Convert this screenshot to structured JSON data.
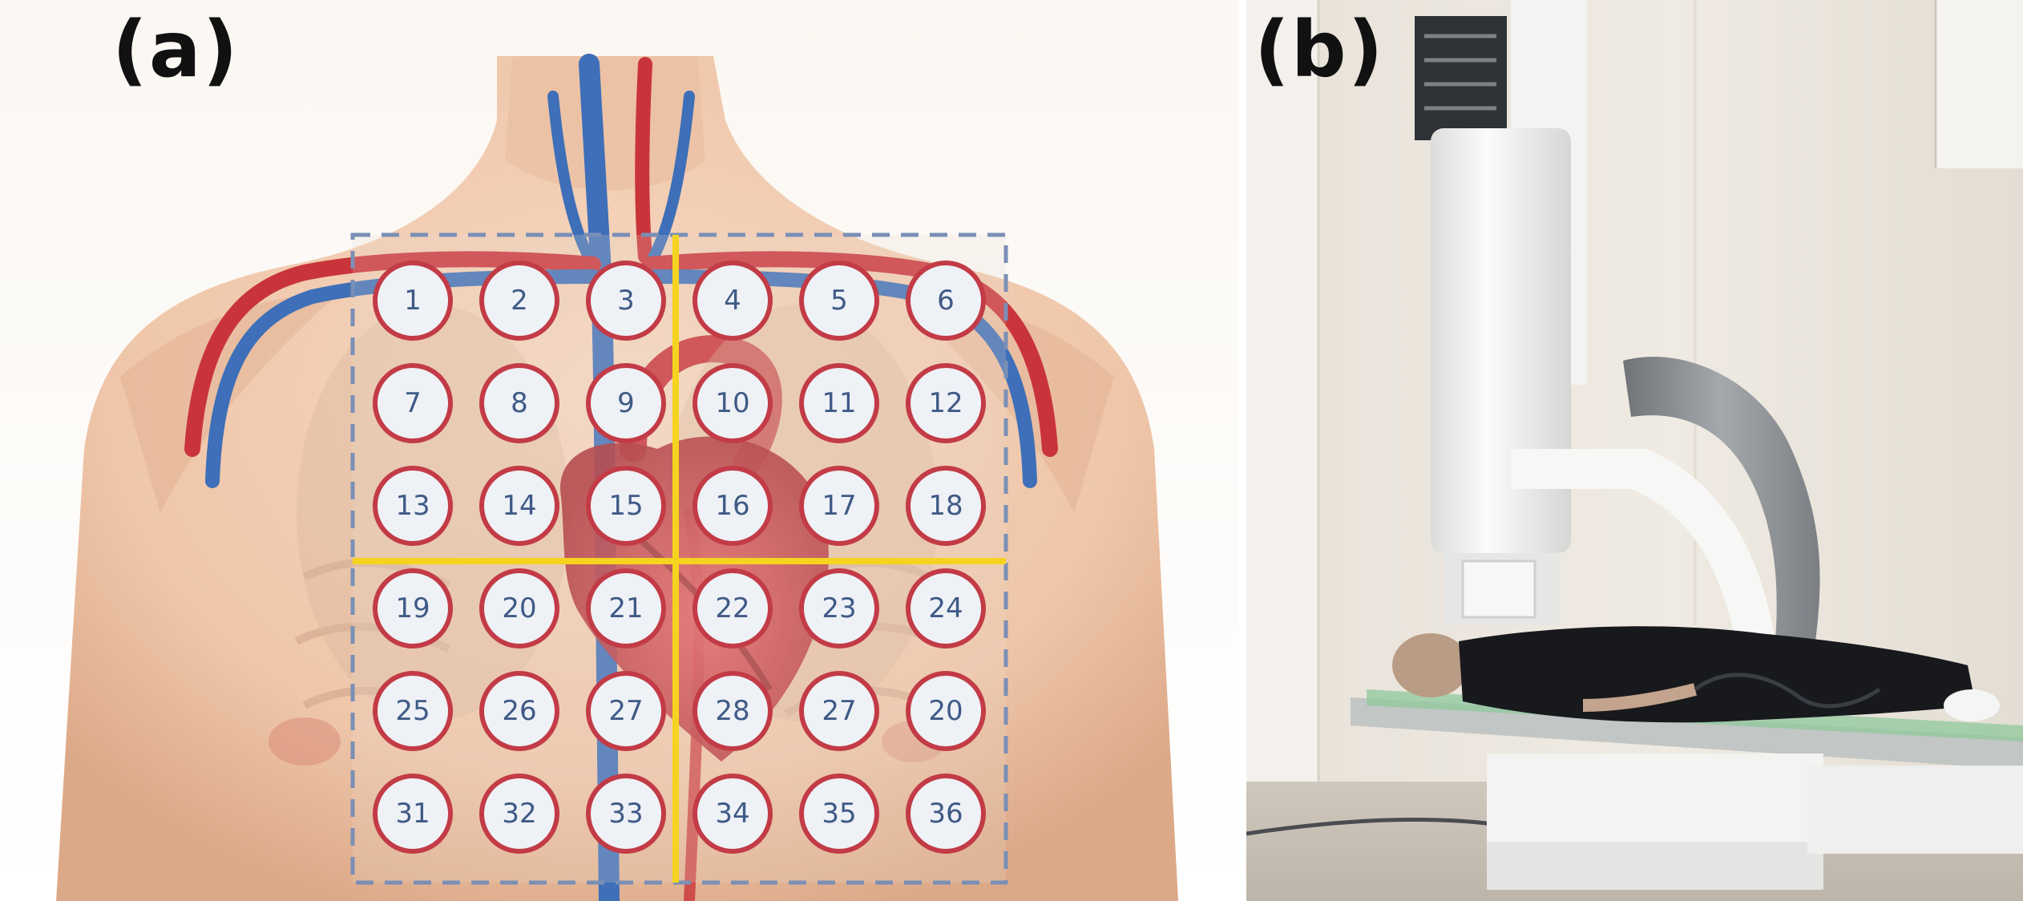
{
  "panels": {
    "a": {
      "label": "(a)"
    },
    "b": {
      "label": "(b)"
    }
  },
  "electrode_grid": {
    "rows": 6,
    "cols": 6,
    "labels": [
      "1",
      "2",
      "3",
      "4",
      "5",
      "6",
      "7",
      "8",
      "9",
      "10",
      "11",
      "12",
      "13",
      "14",
      "15",
      "16",
      "17",
      "18",
      "19",
      "20",
      "21",
      "22",
      "23",
      "24",
      "25",
      "26",
      "27",
      "28",
      "27",
      "20",
      "31",
      "32",
      "33",
      "34",
      "35",
      "36"
    ]
  },
  "colors": {
    "skin": "#f1cdb2",
    "skin_shadow": "#dba98a",
    "vein": "#3e6fb8",
    "artery": "#c9343a",
    "grid_dash": "#7a8fb6",
    "quadrant_line": "#f5d320",
    "electrode_ring": "#c23b46",
    "electrode_fill": "#eef1f6",
    "electrode_text": "#3f5a86",
    "room_wall": "#ece7df",
    "scanner_white": "#f6f6f4",
    "scanner_gray": "#8c8f93",
    "clothing": "#18191d"
  }
}
